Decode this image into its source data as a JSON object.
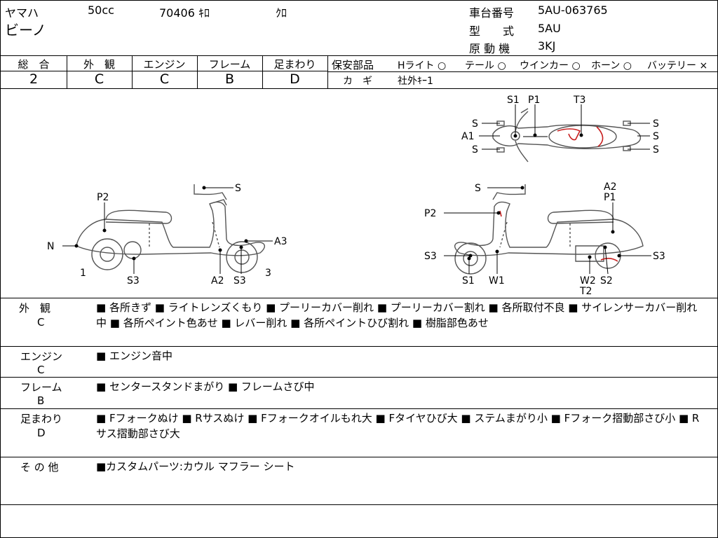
{
  "header": {
    "maker": "ヤマハ",
    "displacement": "50cc",
    "mileage": "70406 ｷﾛ",
    "color": "ｸﾛ",
    "model_name": "ビーノ",
    "frame_no_label": "車台番号",
    "frame_no": "5AU-063765",
    "type_label": "型　　式",
    "type_value": "5AU",
    "engine_label": "原 動 機",
    "engine_value": "3KJ"
  },
  "grades": {
    "overall_label": "総　合",
    "overall": "2",
    "exterior_label": "外　観",
    "exterior": "C",
    "engine_label": "エンジン",
    "engine": "C",
    "frame_label": "フレーム",
    "frame": "B",
    "suspension_label": "足まわり",
    "suspension": "D"
  },
  "safety": {
    "label": "保安部品",
    "headlight": "Hライト ○",
    "tail": "テール ○",
    "winker": "ウインカー ○",
    "horn": "ホーン ○",
    "battery": "バッテリー ×",
    "key_label": "カ　ギ",
    "key_value": "社外ｷｰ1"
  },
  "diagram": {
    "left_labels": [
      "S",
      "P2",
      "N",
      "1",
      "S3",
      "A2",
      "S3",
      "3",
      "A3"
    ],
    "right_labels": [
      "S",
      "P2",
      "S3",
      "S1",
      "W1",
      "A2",
      "P1",
      "W2",
      "T2",
      "S2",
      "S3"
    ],
    "top_labels": [
      "S1",
      "P1",
      "T3",
      "S",
      "A1",
      "S",
      "S",
      "S",
      "S"
    ],
    "handwriting_color": "#c81e1e"
  },
  "sections": [
    {
      "name": "外　観",
      "grade": "C",
      "text": "■ 各所きず ■ ライトレンズくもり ■ プーリーカバー削れ ■ プーリーカバー割れ ■ 各所取付不良 ■ サイレンサーカバー削れ中 ■ 各所ペイント色あせ ■ レバー削れ ■ 各所ペイントひび割れ ■ 樹脂部色あせ"
    },
    {
      "name": "エンジン",
      "grade": "C",
      "text": "■ エンジン音中"
    },
    {
      "name": "フレーム",
      "grade": "B",
      "text": "■ センタースタンドまがり ■ フレームさび中"
    },
    {
      "name": "足まわり",
      "grade": "D",
      "text": "■ Fフォークぬけ ■ Rサスぬけ ■ Fフォークオイルもれ大 ■ Fタイヤひび大 ■ ステムまがり小 ■ Fフォーク摺動部さび小 ■ Rサス摺動部さび大"
    },
    {
      "name": "そ の 他",
      "grade": "",
      "text": "■カスタムパーツ:カウル マフラー シート"
    }
  ]
}
